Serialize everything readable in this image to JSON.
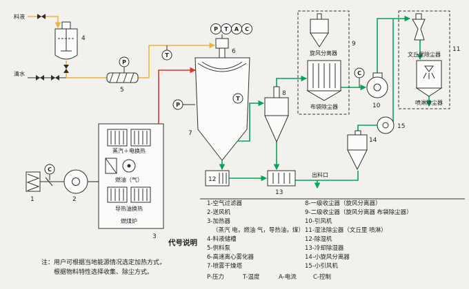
{
  "colors": {
    "feed_line": "#e9b63c",
    "hot_air_line": "#e03323",
    "exhaust_line": "#00a558",
    "diagram_line": "#2e2e2e",
    "background": "#f2f1ee"
  },
  "stream_labels": {
    "feed_liquid": "料液",
    "clean_water": "清水",
    "discharge_port": "出料口"
  },
  "equipment_labels": {
    "cyclone_separator": "旋风分离器",
    "bag_dust_collector": "布袋除尘器",
    "venturi_dust_collector": "文丘里除尘器",
    "spray_dust_collector": "喷淋除尘器",
    "steam_electric_exchanger": "蒸汽＋电换热",
    "fuel_oil_gas": "燃油（气）",
    "thermal_oil_exchanger": "导热油换热",
    "coal_furnace": "燃煤炉"
  },
  "numbers": {
    "n1": "1",
    "n2": "2",
    "n3": "3",
    "n4": "4",
    "n5": "5",
    "n6": "6",
    "n7": "7",
    "n8": "8",
    "n9": "9",
    "n10": "10",
    "n11": "11",
    "n12": "12",
    "n13": "13",
    "n14": "14",
    "n15": "15"
  },
  "indicators": {
    "pressure": "P",
    "temperature": "T",
    "current": "A",
    "control": "C"
  },
  "legend": {
    "title": "代号说明",
    "left": [
      "1-空气过滤器",
      "2-送风机",
      "3-加热器",
      "（蒸汽 电，燃油 气，导热油，煤）",
      "4-料液储槽",
      "5-供料泵",
      "6-高速离心雾化器",
      "7-喷雾干燥塔"
    ],
    "right": [
      "8-一级收尘器（旋风分离器）",
      "9-二级收尘器（旋风分离器 布袋除尘器）",
      "10-引风机",
      "11-湿法除尘器（文丘里 喷淋）",
      "12-除湿机",
      "13-冷却除湿器",
      "14-小旋风分离器",
      "15-小引风机"
    ],
    "footer": [
      "P-压力",
      "T-温度",
      "A-电流",
      "C-控制"
    ]
  },
  "note": {
    "line1": "注：用户可根据当地能源情况选定加热方式，",
    "line2": "根据物料特性选择收集、除尘方式。"
  }
}
